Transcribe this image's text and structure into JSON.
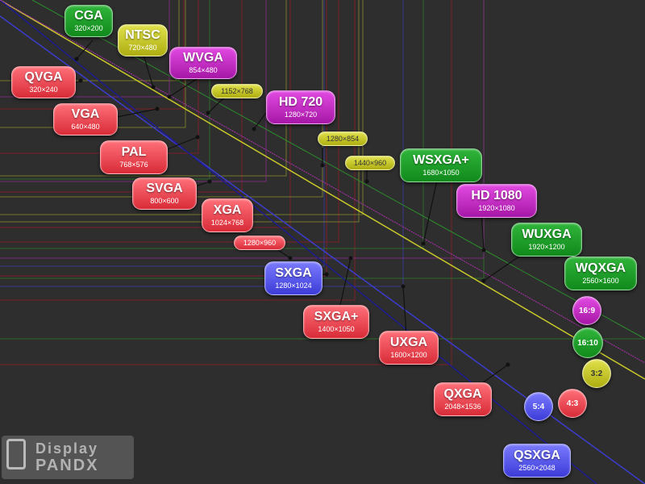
{
  "resolutions": [
    {
      "key": "cga",
      "name": "CGA",
      "res": "320×200",
      "color": "green"
    },
    {
      "key": "ntsc",
      "name": "NTSC",
      "res": "720×480",
      "color": "yellow"
    },
    {
      "key": "wvga",
      "name": "WVGA",
      "res": "854×480",
      "color": "magenta"
    },
    {
      "key": "qvga",
      "name": "QVGA",
      "res": "320×240",
      "color": "red"
    },
    {
      "key": "vga",
      "name": "VGA",
      "res": "640×480",
      "color": "red"
    },
    {
      "key": "hd720",
      "name": "HD 720",
      "res": "1280×720",
      "color": "magenta"
    },
    {
      "key": "pal",
      "name": "PAL",
      "res": "768×576",
      "color": "red"
    },
    {
      "key": "wsxgap",
      "name": "WSXGA+",
      "res": "1680×1050",
      "color": "green"
    },
    {
      "key": "svga",
      "name": "SVGA",
      "res": "800×600",
      "color": "red"
    },
    {
      "key": "hd1080",
      "name": "HD 1080",
      "res": "1920×1080",
      "color": "magenta"
    },
    {
      "key": "xga",
      "name": "XGA",
      "res": "1024×768",
      "color": "red"
    },
    {
      "key": "wuxga",
      "name": "WUXGA",
      "res": "1920×1200",
      "color": "green"
    },
    {
      "key": "sxga",
      "name": "SXGA",
      "res": "1280×1024",
      "color": "blue"
    },
    {
      "key": "wqxga",
      "name": "WQXGA",
      "res": "2560×1600",
      "color": "green"
    },
    {
      "key": "sxgap",
      "name": "SXGA+",
      "res": "1400×1050",
      "color": "red"
    },
    {
      "key": "uxga",
      "name": "UXGA",
      "res": "1600×1200",
      "color": "red"
    },
    {
      "key": "qxga",
      "name": "QXGA",
      "res": "2048×1536",
      "color": "red"
    },
    {
      "key": "qsxga",
      "name": "QSXGA",
      "res": "2560×2048",
      "color": "blue"
    }
  ],
  "unnamed_resolutions": [
    {
      "key": "r1152x768",
      "res": "1152×768",
      "color": "yellow"
    },
    {
      "key": "r1280x854",
      "res": "1280×854",
      "color": "yellow"
    },
    {
      "key": "r1440x960",
      "res": "1440×960",
      "color": "yellow"
    },
    {
      "key": "r1280x960",
      "res": "1280×960",
      "color": "red"
    }
  ],
  "aspect_ratios": [
    {
      "key": "ar16x9",
      "label": "16:9",
      "color": "magenta"
    },
    {
      "key": "ar16x10",
      "label": "16:10",
      "color": "green"
    },
    {
      "key": "ar3x2",
      "label": "3:2",
      "color": "yellow"
    },
    {
      "key": "ar4x3",
      "label": "4:3",
      "color": "red"
    },
    {
      "key": "ar5x4",
      "label": "5:4",
      "color": "blue"
    }
  ],
  "watermark": {
    "line1": "Display",
    "line2": "PANDX"
  },
  "colors": {
    "background": "#2e2e2e",
    "green": "#1fa02a",
    "yellow": "#cccc30",
    "magenta": "#c82ec8",
    "red": "#f04a54",
    "blue": "#5a5af0"
  }
}
